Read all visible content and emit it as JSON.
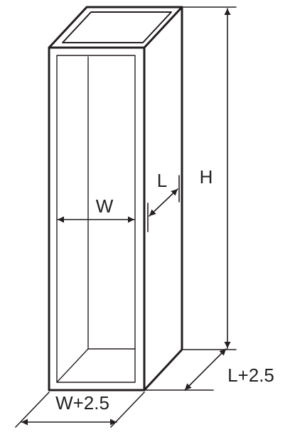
{
  "diagram": {
    "labels": {
      "height": "H",
      "inner_depth": "L",
      "inner_width": "W",
      "outer_width": "W+2.5",
      "outer_depth": "L+2.5"
    },
    "stroke_color": "#231f20",
    "background": "#ffffff"
  }
}
